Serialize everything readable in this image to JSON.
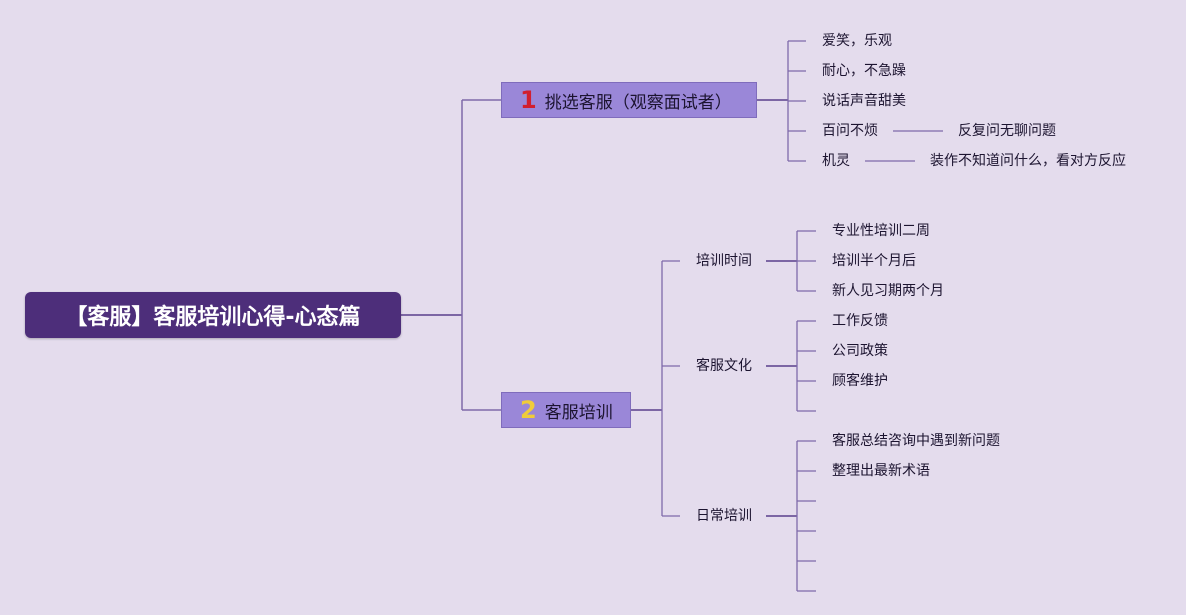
{
  "root": {
    "label": "【客服】客服培训心得-心态篇"
  },
  "branch1": {
    "number": "1",
    "label": "挑选客服（观察面试者）",
    "items": [
      {
        "label": "爱笑，乐观",
        "detail": ""
      },
      {
        "label": "耐心，不急躁",
        "detail": ""
      },
      {
        "label": "说话声音甜美",
        "detail": ""
      },
      {
        "label": "百问不烦",
        "detail": "反复问无聊问题"
      },
      {
        "label": "机灵",
        "detail": "装作不知道问什么，看对方反应"
      }
    ]
  },
  "branch2": {
    "number": "2",
    "label": "客服培训",
    "groups": [
      {
        "label": "培训时间",
        "items": [
          "专业性培训二周",
          "培训半个月后",
          "新人见习期两个月"
        ]
      },
      {
        "label": "客服文化",
        "items": [
          "工作反馈",
          "公司政策",
          "顾客维护",
          ""
        ]
      },
      {
        "label": "日常培训",
        "items": [
          "客服总结咨询中遇到新问题",
          "整理出最新术语",
          "",
          "",
          "",
          ""
        ]
      }
    ]
  },
  "colors": {
    "background": "#e4dced",
    "root_fill": "#4d2e7a",
    "branch_fill": "#9a87d8",
    "line": "#7e6aaa",
    "number1": "#d11f2f",
    "number2": "#f0cc3a"
  }
}
